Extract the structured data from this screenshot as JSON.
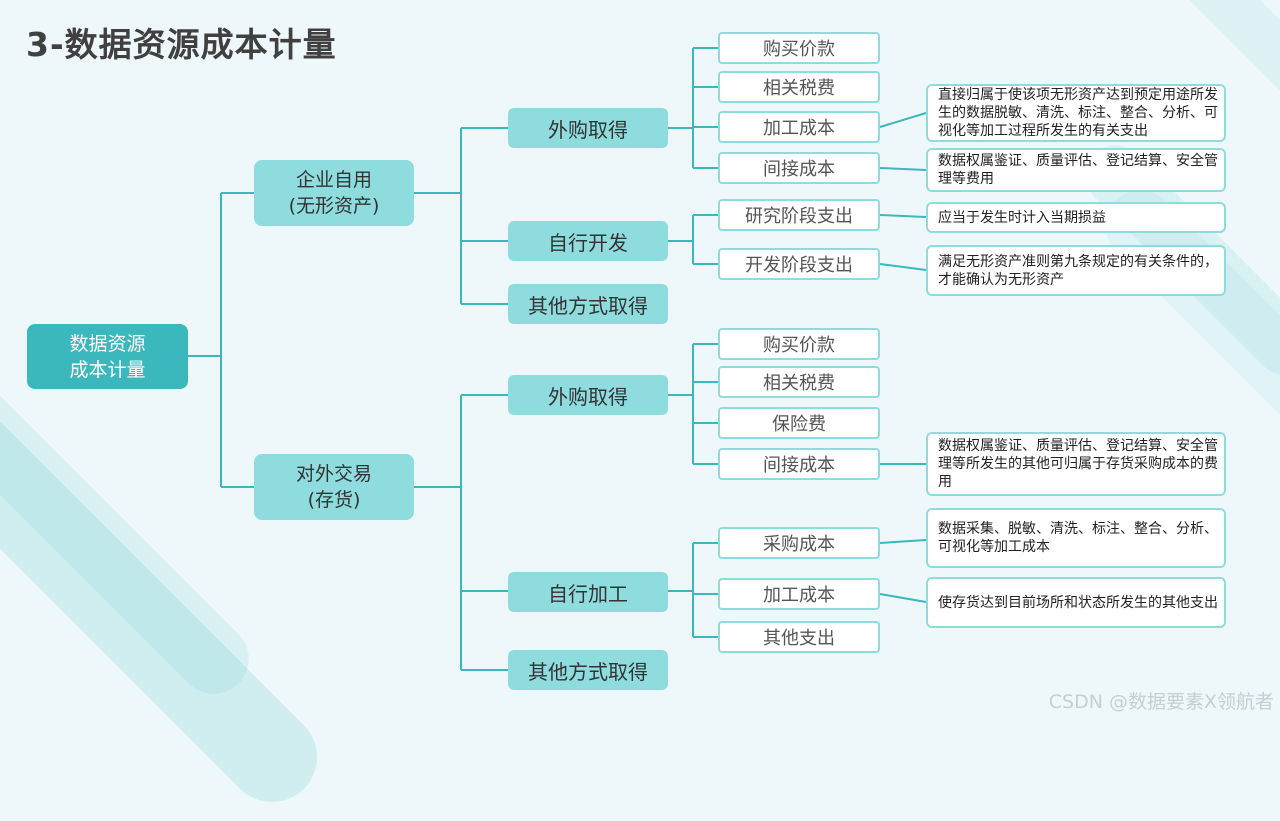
{
  "title": "3-数据资源成本计量",
  "root": {
    "line1": "数据资源",
    "line2": "成本计量"
  },
  "branches": [
    {
      "line1": "企业自用",
      "line2": "(无形资产)",
      "groups": [
        {
          "label": "外购取得",
          "items": [
            {
              "label": "购买价款"
            },
            {
              "label": "相关税费"
            },
            {
              "label": "加工成本",
              "desc": "直接归属于使该项无形资产达到预定用途所发生的数据脱敏、清洗、标注、整合、分析、可视化等加工过程所发生的有关支出"
            },
            {
              "label": "间接成本",
              "desc": "数据权属鉴证、质量评估、登记结算、安全管理等费用"
            }
          ]
        },
        {
          "label": "自行开发",
          "items": [
            {
              "label": "研究阶段支出",
              "desc": "应当于发生时计入当期损益"
            },
            {
              "label": "开发阶段支出",
              "desc": "满足无形资产准则第九条规定的有关条件的，才能确认为无形资产"
            }
          ]
        },
        {
          "label": "其他方式取得",
          "items": []
        }
      ]
    },
    {
      "line1": "对外交易",
      "line2": "(存货)",
      "groups": [
        {
          "label": "外购取得",
          "items": [
            {
              "label": "购买价款"
            },
            {
              "label": "相关税费"
            },
            {
              "label": "保险费"
            },
            {
              "label": "间接成本",
              "desc": "数据权属鉴证、质量评估、登记结算、安全管理等所发生的其他可归属于存货采购成本的费用"
            }
          ]
        },
        {
          "label": "自行加工",
          "items": [
            {
              "label": "采购成本",
              "desc": "数据采集、脱敏、清洗、标注、整合、分析、可视化等加工成本"
            },
            {
              "label": "加工成本",
              "desc": "使存货达到目前场所和状态所发生的其他支出"
            },
            {
              "label": "其他支出"
            }
          ]
        },
        {
          "label": "其他方式取得",
          "items": []
        }
      ]
    }
  ],
  "watermark": "CSDN @数据要素X领航者",
  "colors": {
    "primary": "#3bb8bd",
    "light": "#8fdcdf",
    "background": "#eef8fa",
    "line": "#3bb8bd"
  }
}
